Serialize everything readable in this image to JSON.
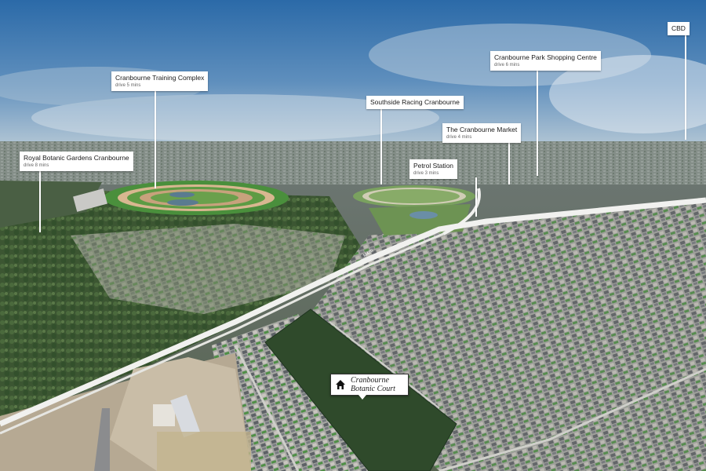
{
  "image": {
    "kind": "aerial-photograph",
    "colors": {
      "sky_top": "#2b6aa8",
      "sky_bottom": "#b7c9d6",
      "bushland": "#3f5a36",
      "suburb": "#8d8f8a",
      "site_overlay": "#2f4a2b",
      "label_bg": "#ffffff"
    }
  },
  "labels": {
    "cbd": {
      "title": "CBD"
    },
    "park_shopping": {
      "title": "Cranbourne Park Shopping Centre",
      "subtitle": "drive 6 mins"
    },
    "training_complex": {
      "title": "Cranbourne Training Complex",
      "subtitle": "drive 5 mins"
    },
    "southside_racing": {
      "title": "Southside Racing Cranbourne"
    },
    "cranbourne_market": {
      "title": "The Cranbourne Market",
      "subtitle": "drive 4 mins"
    },
    "royal_botanic": {
      "title": "Royal Botanic Gardens Cranbourne",
      "subtitle": "drive 8 mins"
    },
    "petrol_station": {
      "title": "Petrol Station",
      "subtitle": "drive 3 mins"
    },
    "road": {
      "title": "M420"
    }
  },
  "site": {
    "name_line1": "Cranbourne",
    "name_line2": "Botanic Court",
    "icon": "house-icon"
  }
}
